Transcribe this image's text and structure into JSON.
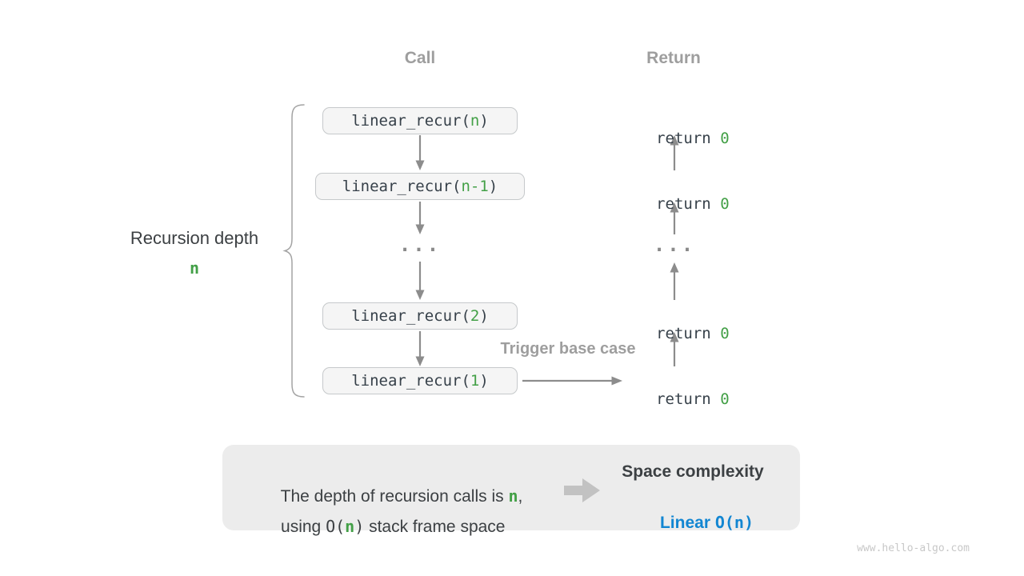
{
  "headers": {
    "call": "Call",
    "return": "Return"
  },
  "call_stack": {
    "boxes": [
      {
        "pre": "linear_recur(",
        "arg": "n",
        "suf": ")"
      },
      {
        "pre": "linear_recur(",
        "arg": "n-1",
        "suf": ")"
      },
      {
        "pre": "linear_recur(",
        "arg": "2",
        "suf": ")"
      },
      {
        "pre": "linear_recur(",
        "arg": "1",
        "suf": ")"
      }
    ],
    "ellipsis": "..."
  },
  "return_stack": {
    "rows": [
      {
        "kw": "return ",
        "val": "0"
      },
      {
        "kw": "return ",
        "val": "0"
      },
      {
        "kw": "return ",
        "val": "0"
      },
      {
        "kw": "return ",
        "val": "0"
      }
    ],
    "ellipsis": "..."
  },
  "depth_label": {
    "text": "Recursion depth",
    "value": "n"
  },
  "trigger_label": "Trigger base case",
  "summary": {
    "line1": {
      "pre": "The depth of recursion calls is ",
      "var": "n",
      "suf": ","
    },
    "line2": {
      "pre": "using ",
      "code_pre": "O(",
      "var": "n",
      "code_suf": ")",
      "suf": " stack frame space"
    },
    "result": {
      "title": "Space complexity",
      "word": "Linear ",
      "code": "O(n)"
    }
  },
  "watermark": "www.hello-algo.com",
  "colors": {
    "green": "#43a047",
    "blue": "#1286d2",
    "gray_label": "#9e9e9e",
    "arrow": "#8c8c8c",
    "box_fill": "#f5f5f5",
    "box_border": "#c6c9cb",
    "summary_fill": "#ececec"
  }
}
